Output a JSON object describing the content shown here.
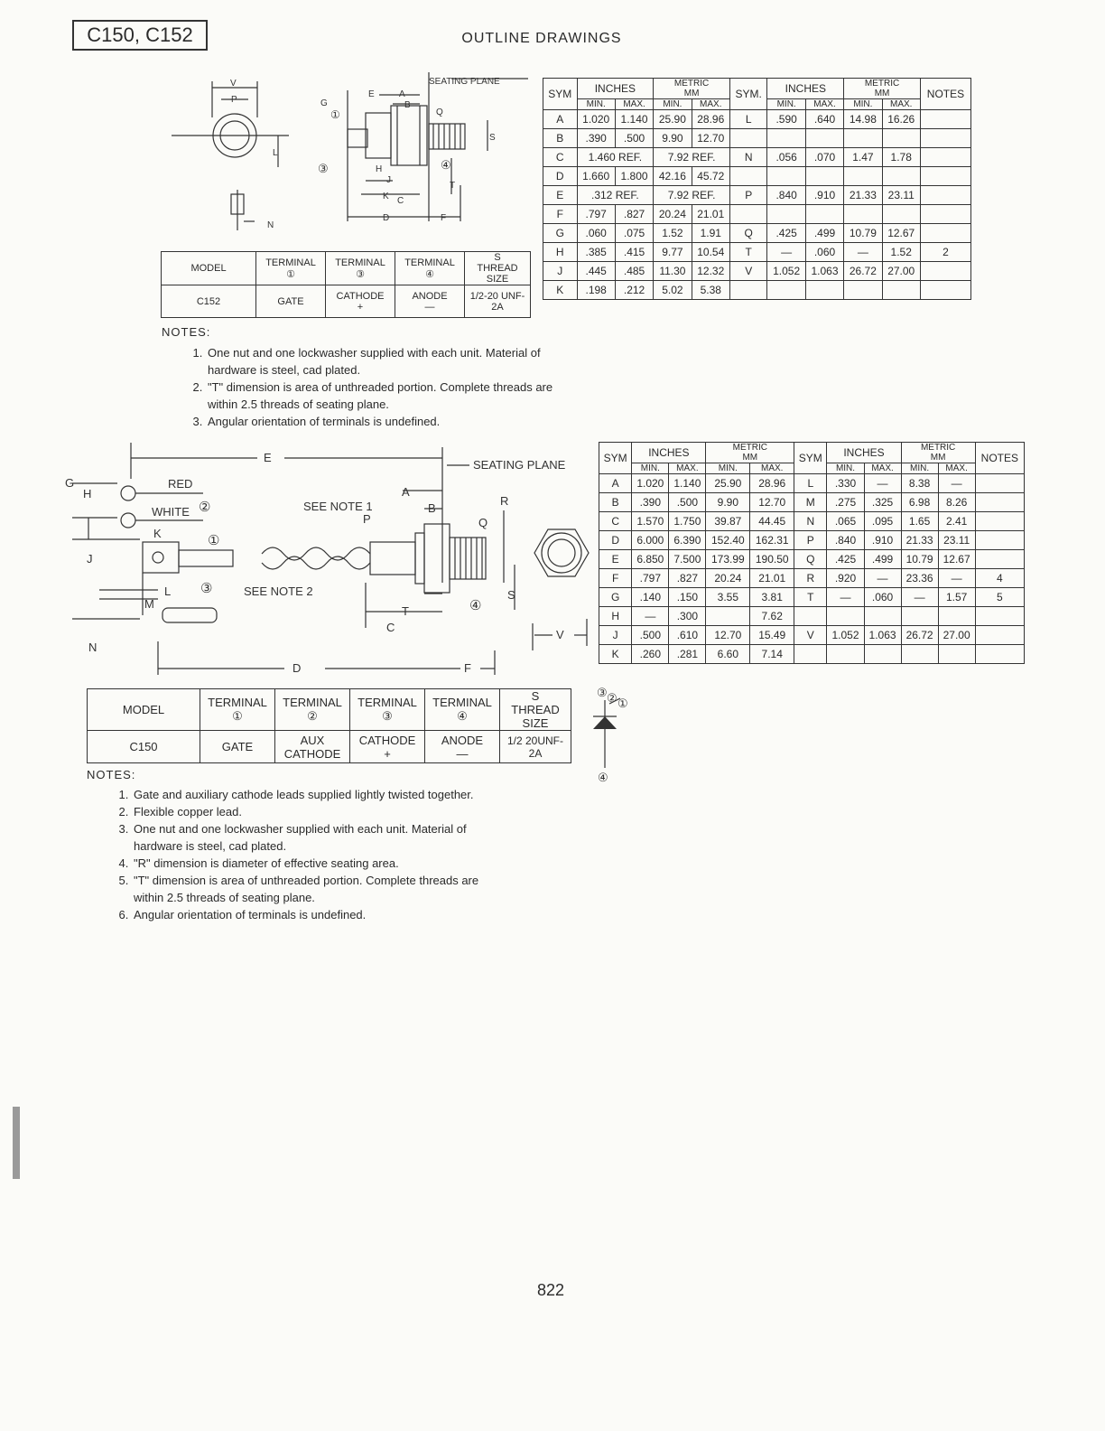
{
  "header": {
    "model": "C150, C152",
    "title": "OUTLINE DRAWINGS"
  },
  "top": {
    "labels": {
      "seating_plane": "SEATING PLANE",
      "v": "V",
      "p": "P",
      "e": "E",
      "a": "A",
      "g": "G",
      "b": "B",
      "q": "Q",
      "s": "S",
      "l": "L",
      "h": "H",
      "j": "J",
      "t": "T",
      "k": "K",
      "c": "C",
      "d": "D",
      "f": "F",
      "n": "N",
      "c1": "①",
      "c3": "③",
      "c4": "④"
    },
    "dim_headers": {
      "sym": "SYM",
      "sym2": "SYM.",
      "inches": "INCHES",
      "metric": "METRIC",
      "mm": "MM",
      "min": "MIN.",
      "max": "MAX.",
      "notes": "NOTES"
    },
    "rows": [
      [
        "A",
        "1.020",
        "1.140",
        "25.90",
        "28.96",
        "L",
        ".590",
        ".640",
        "14.98",
        "16.26",
        ""
      ],
      [
        "B",
        ".390",
        ".500",
        "9.90",
        "12.70",
        "",
        "",
        "",
        "",
        "",
        ""
      ],
      [
        "C",
        "1.460 REF.",
        "",
        "7.92 REF.",
        "",
        "N",
        ".056",
        ".070",
        "1.47",
        "1.78",
        ""
      ],
      [
        "D",
        "1.660",
        "1.800",
        "42.16",
        "45.72",
        "",
        "",
        "",
        "",
        "",
        ""
      ],
      [
        "E",
        ".312  REF.",
        "",
        "7.92 REF.",
        "",
        "P",
        ".840",
        ".910",
        "21.33",
        "23.11",
        ""
      ],
      [
        "F",
        ".797",
        ".827",
        "20.24",
        "21.01",
        "",
        "",
        "",
        "",
        "",
        ""
      ],
      [
        "G",
        ".060",
        ".075",
        "1.52",
        "1.91",
        "Q",
        ".425",
        ".499",
        "10.79",
        "12.67",
        ""
      ],
      [
        "H",
        ".385",
        ".415",
        "9.77",
        "10.54",
        "T",
        "—",
        ".060",
        "—",
        "1.52",
        "2"
      ],
      [
        "J",
        ".445",
        ".485",
        "11.30",
        "12.32",
        "V",
        "1.052",
        "1.063",
        "26.72",
        "27.00",
        ""
      ],
      [
        "K",
        ".198",
        ".212",
        "5.02",
        "5.38",
        "",
        "",
        "",
        "",
        "",
        ""
      ]
    ],
    "terminal_table": {
      "model_h": "MODEL",
      "t1_h": "TERMINAL",
      "t1_n": "①",
      "t3_h": "TERMINAL",
      "t3_n": "③",
      "t4_h": "TERMINAL",
      "t4_n": "④",
      "s_h1": "S",
      "s_h2": "THREAD SIZE",
      "model": "C152",
      "t1": "GATE",
      "t3": "CATHODE",
      "t3_sign": "+",
      "t4": "ANODE",
      "t4_sign": "—",
      "s": "1/2-20 UNF-2A"
    },
    "notes_title": "NOTES:",
    "notes": [
      "One nut and one lockwasher supplied with each unit. Material of hardware is steel, cad plated.",
      "\"T\" dimension is area of unthreaded portion. Complete threads are within 2.5 threads of seating plane.",
      "Angular orientation of terminals is undefined."
    ]
  },
  "bottom": {
    "labels": {
      "e": "E",
      "seating_plane": "SEATING PLANE",
      "g": "G",
      "h": "H",
      "red": "RED",
      "white": "WHITE",
      "k": "K",
      "j": "J",
      "l": "L",
      "m": "M",
      "n": "N",
      "a": "A",
      "see_note_1": "SEE NOTE 1",
      "p": "P",
      "b": "B",
      "r": "R",
      "q": "Q",
      "see_note_2": "SEE NOTE 2",
      "t": "T",
      "s": "S",
      "c": "C",
      "d": "D",
      "f": "F",
      "v": "V",
      "c1": "①",
      "c2": "②",
      "c3": "③",
      "c4": "④"
    },
    "rows": [
      [
        "A",
        "1.020",
        "1.140",
        "25.90",
        "28.96",
        "L",
        ".330",
        "—",
        "8.38",
        "—",
        ""
      ],
      [
        "B",
        ".390",
        ".500",
        "9.90",
        "12.70",
        "M",
        ".275",
        ".325",
        "6.98",
        "8.26",
        ""
      ],
      [
        "C",
        "1.570",
        "1.750",
        "39.87",
        "44.45",
        "N",
        ".065",
        ".095",
        "1.65",
        "2.41",
        ""
      ],
      [
        "D",
        "6.000",
        "6.390",
        "152.40",
        "162.31",
        "P",
        ".840",
        ".910",
        "21.33",
        "23.11",
        ""
      ],
      [
        "E",
        "6.850",
        "7.500",
        "173.99",
        "190.50",
        "Q",
        ".425",
        ".499",
        "10.79",
        "12.67",
        ""
      ],
      [
        "F",
        ".797",
        ".827",
        "20.24",
        "21.01",
        "R",
        ".920",
        "—",
        "23.36",
        "—",
        "4"
      ],
      [
        "G",
        ".140",
        ".150",
        "3.55",
        "3.81",
        "T",
        "—",
        ".060",
        "—",
        "1.57",
        "5"
      ],
      [
        "H",
        "—",
        ".300",
        "",
        "7.62",
        "",
        "",
        "",
        "",
        "",
        ""
      ],
      [
        "J",
        ".500",
        ".610",
        "12.70",
        "15.49",
        "V",
        "1.052",
        "1.063",
        "26.72",
        "27.00",
        ""
      ],
      [
        "K",
        ".260",
        ".281",
        "6.60",
        "7.14",
        "",
        "",
        "",
        "",
        "",
        ""
      ]
    ],
    "terminal_table": {
      "model_h": "MODEL",
      "t_h": "TERMINAL",
      "n1": "①",
      "n2": "②",
      "n3": "③",
      "n4": "④",
      "s_h1": "S",
      "s_h2": "THREAD SIZE",
      "model": "C150",
      "t1": "GATE",
      "t2a": "AUX",
      "t2b": "CATHODE",
      "t3": "CATHODE",
      "t3_sign": "+",
      "t4": "ANODE",
      "t4_sign": "—",
      "s": "1/2 20UNF-2A"
    },
    "symbol": {
      "n3": "③",
      "n2": "②",
      "n1": "①",
      "n4": "④"
    },
    "notes_title": "NOTES:",
    "notes": [
      "Gate and auxiliary cathode leads supplied lightly twisted together.",
      "Flexible copper lead.",
      "One nut and one lockwasher supplied with each unit. Material of hardware is steel, cad plated.",
      "\"R\" dimension is diameter of effective seating area.",
      "\"T\" dimension is area of unthreaded portion. Complete threads are within 2.5 threads of seating plane.",
      "Angular orientation of terminals is undefined."
    ]
  },
  "page_number": "822"
}
